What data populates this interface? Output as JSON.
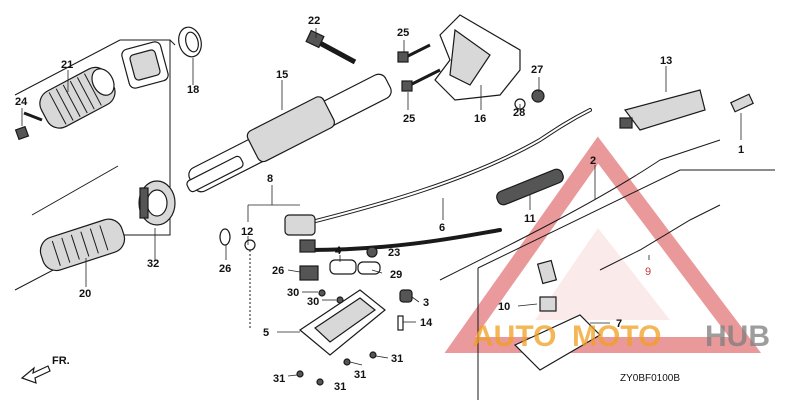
{
  "diagram": {
    "part_numbers": {
      "p1": "1",
      "p2": "2",
      "p3": "3",
      "p4": "4",
      "p5": "5",
      "p6": "6",
      "p7": "7",
      "p8": "8",
      "p9": "9",
      "p10": "10",
      "p11": "11",
      "p12": "12",
      "p13": "13",
      "p14": "14",
      "p15": "15",
      "p16": "16",
      "p18": "18",
      "p20": "20",
      "p21": "21",
      "p22": "22",
      "p23": "23",
      "p24": "24",
      "p25a": "25",
      "p25b": "25",
      "p26a": "26",
      "p26b": "26",
      "p27": "27",
      "p28": "28",
      "p29": "29",
      "p30a": "30",
      "p30b": "30",
      "p31a": "31",
      "p31b": "31",
      "p31c": "31",
      "p31d": "31",
      "p32": "32"
    },
    "diagram_code": "ZY0BF0100B",
    "direction_label": "FR."
  },
  "watermark": {
    "text_auto": "AUTO",
    "text_moto": "MOTO",
    "text_hub": "HUB",
    "color_red": "#d9464a",
    "color_orange": "#f0a020",
    "color_gray": "#7d7d7d"
  }
}
